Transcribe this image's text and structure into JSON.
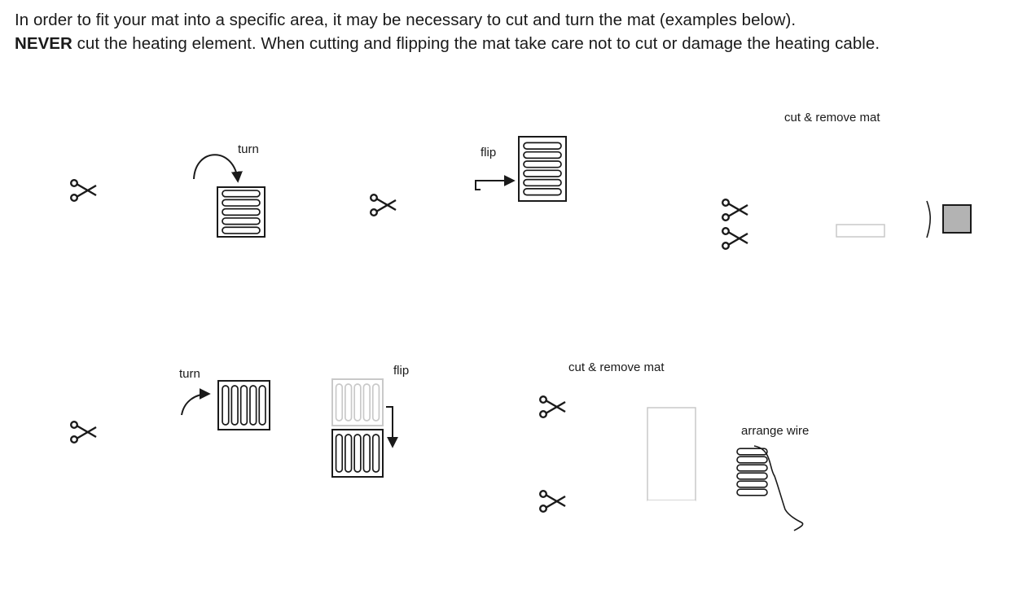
{
  "intro": {
    "line1": "In order to fit your mat into a specific area, it may be necessary to cut and turn the mat (examples below).",
    "line2_bold": "NEVER",
    "line2_rest": " cut the heating element. When cutting and flipping the mat take care not to cut or damage the heating cable."
  },
  "labels": {
    "turn": "turn",
    "flip": "flip",
    "cut_remove": "cut & remove mat",
    "arrange": "arrange wire"
  },
  "icons": {
    "cut": "scissors-icon",
    "direction": "curved-arrow-icon"
  },
  "colors": {
    "line": "#1a1a1a",
    "faded": "#c9c9c9",
    "removed_fill": "#b3b3b3"
  }
}
